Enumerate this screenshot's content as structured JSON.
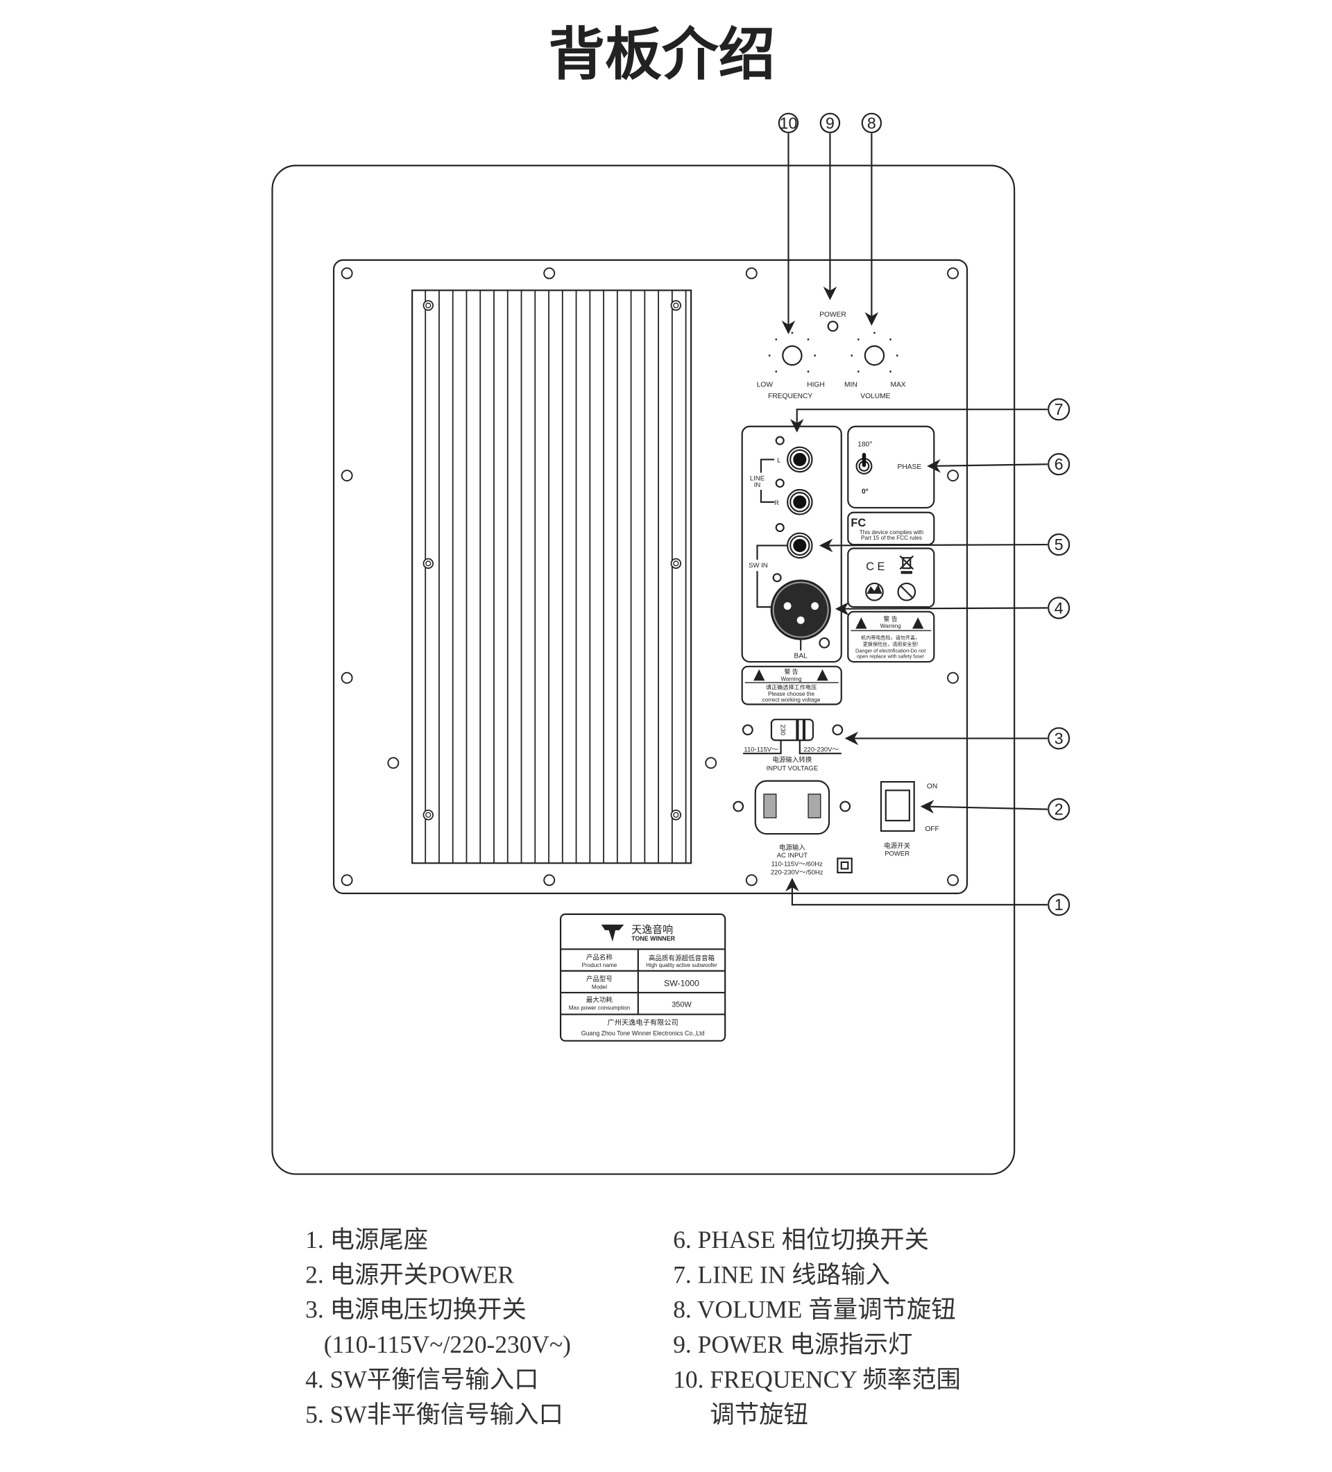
{
  "title": "背板介绍",
  "top_callouts": {
    "c10": "10",
    "c9": "9",
    "c8": "8"
  },
  "right_callouts": {
    "c7": "7",
    "c6": "6",
    "c5": "5",
    "c4": "4",
    "c3": "3",
    "c2": "2",
    "c1": "1"
  },
  "controls": {
    "power": "POWER",
    "low": "LOW",
    "high": "HIGH",
    "frequency": "FREQUENCY",
    "min": "MIN",
    "max": "MAX",
    "volume": "VOLUME"
  },
  "inputs": {
    "l": "L",
    "r": "R",
    "line": "LINE",
    "in": "IN",
    "sw_in": "SW IN",
    "bal": "BAL"
  },
  "phase": {
    "deg180": "180°",
    "deg0": "0°",
    "label": "PHASE"
  },
  "fcc": {
    "logo": "FC",
    "line1": "This device complies with",
    "line2": "Part 15 of the FCC rules"
  },
  "ce": {
    "mark": "C E"
  },
  "warning1": {
    "cn": "警 告",
    "en": "Warning",
    "l1": "机内带电危险，请勿开盖，",
    "l2": "更换保险丝，请用安全型!",
    "l3": "Danger of electrification-Do not",
    "l4": "open replace with safety fuse!"
  },
  "warning2": {
    "cn": "警 告",
    "en": "Warning",
    "l1": "请正确选择工作电压",
    "l2": "Please choose the",
    "l3": "correct working voltage"
  },
  "voltage": {
    "switch_val": "230",
    "low": "110-115V～",
    "high": "220-230V～",
    "cn": "电源输入转换",
    "en": "INPUT VOLTAGE"
  },
  "ac": {
    "cn": "电源输入",
    "en": "AC INPUT",
    "l1": "110-115V～/60Hz",
    "l2": "220-230V～/50Hz"
  },
  "power_switch": {
    "on": "ON",
    "off": "OFF",
    "cn": "电源开关",
    "en": "POWER"
  },
  "nameplate": {
    "brand_cn": "天逸音响",
    "brand_en": "TONE WINNER",
    "rows": [
      {
        "k_cn": "产品名称",
        "k_en": "Product name",
        "v_cn": "高品质有源超低音音箱",
        "v_en": "High quality active subwoofer"
      },
      {
        "k_cn": "产品型号",
        "k_en": "Model",
        "v": "SW-1000"
      },
      {
        "k_cn": "最大功耗",
        "k_en": "Max power consumption",
        "v": "350W"
      }
    ],
    "company_cn": "广州天逸电子有限公司",
    "company_en": "Guang Zhou Tone Winner Electronics Co.,Ltd"
  },
  "legend": {
    "left": [
      "1. 电源尾座",
      "2. 电源开关POWER",
      "3. 电源电压切换开关",
      "   (110-115V~/220-230V~)",
      "4. SW平衡信号输入口",
      "5. SW非平衡信号输入口"
    ],
    "right": [
      "6. PHASE 相位切换开关",
      "7. LINE IN 线路输入",
      "8. VOLUME 音量调节旋钮",
      "9. POWER 电源指示灯",
      "10. FREQUENCY 频率范围",
      "      调节旋钮"
    ]
  }
}
